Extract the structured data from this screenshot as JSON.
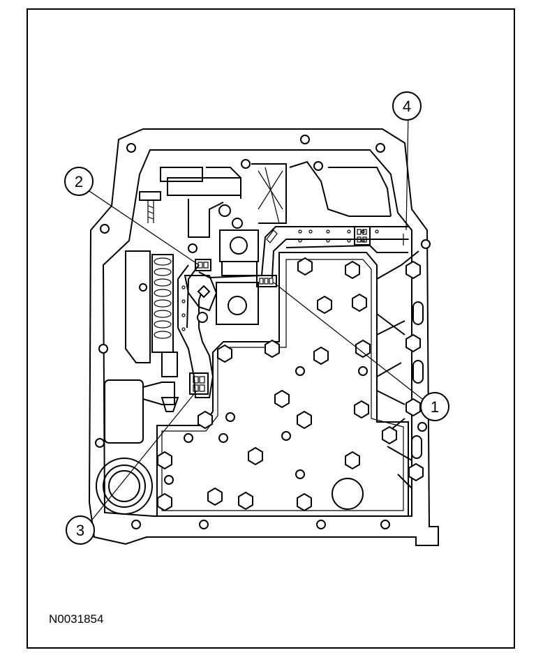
{
  "figure": {
    "reference_code": "N0031854",
    "callouts": [
      {
        "id": "callout-1",
        "label": "1"
      },
      {
        "id": "callout-2",
        "label": "2"
      },
      {
        "id": "callout-3",
        "label": "3"
      },
      {
        "id": "callout-4",
        "label": "4"
      }
    ]
  }
}
